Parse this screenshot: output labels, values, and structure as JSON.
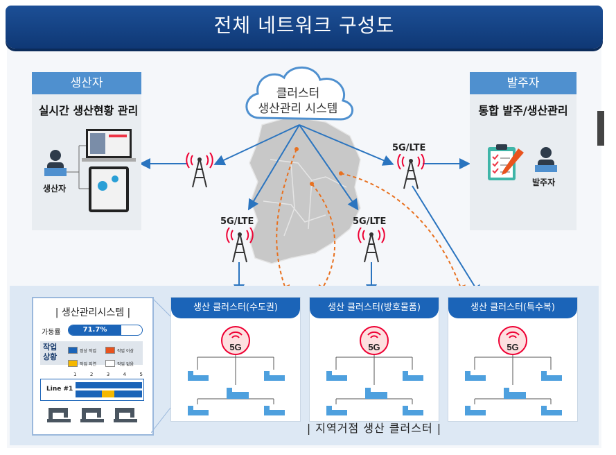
{
  "title": "전체 네트워크 구성도",
  "cloud": {
    "line1": "클러스터",
    "line2": "생산관리 시스템"
  },
  "producer": {
    "header": "생산자",
    "subtitle": "실시간 생산현황 관리",
    "person_label": "생산자",
    "icon": "person-computer-icon"
  },
  "orderer": {
    "header": "발주자",
    "subtitle": "통합 발주/생산관리",
    "person_label": "발주자",
    "icon": "clipboard-icon"
  },
  "antennas": {
    "top_right": "5G/LTE",
    "mid_left": "5G/LTE",
    "mid_right": "5G/LTE"
  },
  "system_panel": {
    "title": "| 생산관리시스템 |",
    "rate_label": "가동률",
    "rate_value": "71.7%",
    "rate_fraction": 0.717,
    "status_label_1": "작업",
    "status_label_2": "상황",
    "legend": [
      "정상 작업",
      "작업 이상",
      "작업 지연",
      "작업 없음"
    ],
    "legend_colors": [
      "#1b64b8",
      "#e8531e",
      "#f5b800",
      "#ffffff"
    ],
    "columns": [
      "1",
      "2",
      "3",
      "4",
      "5"
    ],
    "line_label": "Line #1"
  },
  "clusters": [
    {
      "header": "생산 클러스터(수도권)",
      "badge": "5G"
    },
    {
      "header": "생산 클러스터(방호물품)",
      "badge": "5G"
    },
    {
      "header": "생산 클러스터(특수복)",
      "badge": "5G"
    }
  ],
  "bottom_caption": "| 지역거점 생산 클러스터 |",
  "colors": {
    "title_bg": "#0f3875",
    "panel_head": "#4f90cf",
    "cluster_head": "#1b64b8",
    "arrow_blue": "#2a74bf",
    "arrow_orange": "#e8701e"
  }
}
